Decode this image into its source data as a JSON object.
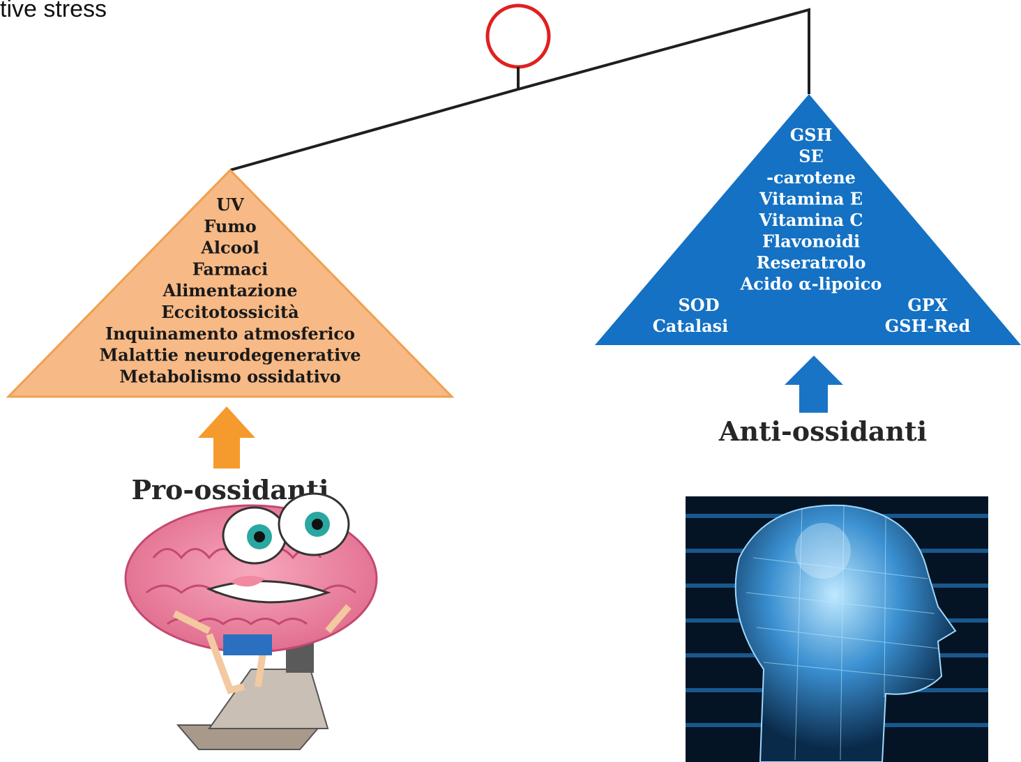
{
  "title_fragment": "tive stress",
  "pro_oxidants": {
    "label": "Pro-ossidanti",
    "color": "#f7b985",
    "arrow_color": "#f59a2c",
    "items": [
      "UV",
      "Fumo",
      "Alcool",
      "Farmaci",
      "Alimentazione",
      "Eccitotossicità",
      "Inquinamento atmosferico",
      "Malattie neurodegenerative",
      "Metabolismo ossidativo"
    ]
  },
  "anti_oxidants": {
    "label": "Anti-ossidanti",
    "color": "#1471c3",
    "arrow_color": "#1a74c6",
    "items": [
      "GSH",
      "SE",
      "-carotene",
      "Vitamina E",
      "Vitamina C",
      "Flavonoidi",
      "Reseratrolo",
      "Acido α-lipoico"
    ],
    "left_items": [
      "SOD",
      "Catalasi"
    ],
    "right_items": [
      "GPX",
      "GSH-Red"
    ]
  },
  "balance": {
    "ring_color": "#e02020",
    "beam_color": "#1f1f1f"
  },
  "illustrations": {
    "left": "cartoon-brain-on-exercise-bike",
    "right": "glowing-wireframe-head"
  }
}
